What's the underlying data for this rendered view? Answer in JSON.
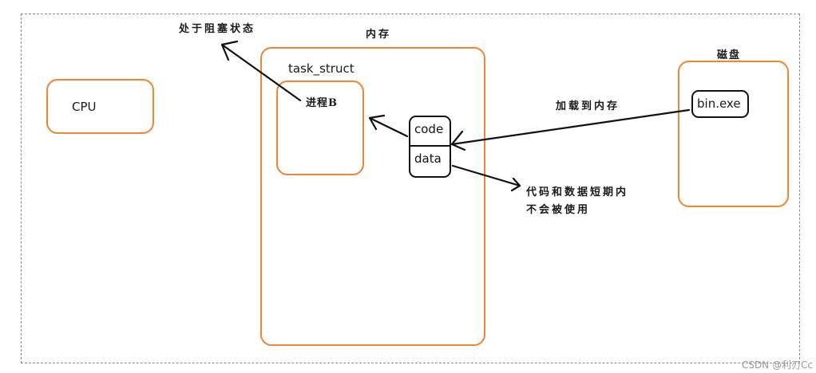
{
  "diagram": {
    "cpu_label": "CPU",
    "memory_label": "内存",
    "disk_label": "磁盘",
    "task_struct_label": "task_struct",
    "process_label": "进程B",
    "code_label": "code",
    "data_label": "data",
    "binary_label": "bin.exe",
    "annotations": {
      "blocked_state": "处于阻塞状态",
      "load_to_memory": "加载到内存",
      "unused_line1": "代码和数据短期内",
      "unused_line2": "不会被使用"
    },
    "colors": {
      "container_border": "#f08534",
      "node_border": "#111111",
      "frame_border": "#8a8a8a"
    }
  },
  "watermark": "CSDN @利刃Cc"
}
